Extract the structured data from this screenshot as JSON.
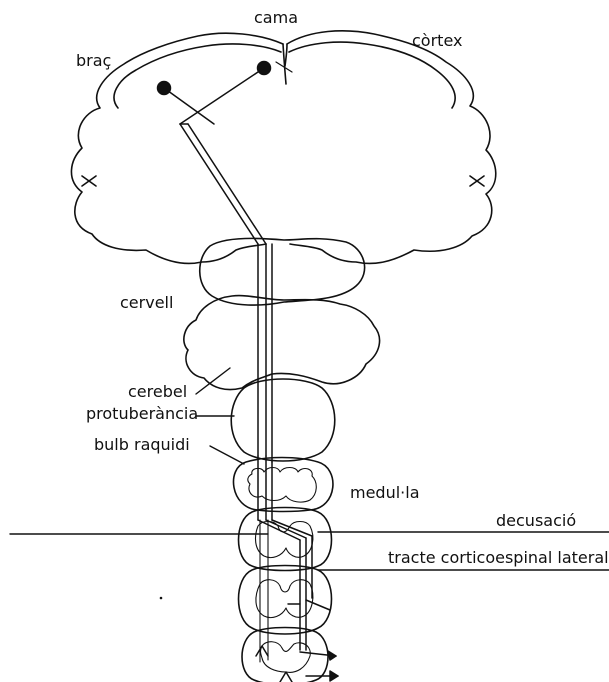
{
  "labels": {
    "cama": "cama",
    "brac": "braç",
    "cortex": "còrtex",
    "cervell": "cervell",
    "cerebel": "cerebel",
    "protuberancia": "protuberància",
    "bulb": "bulb raquidi",
    "medulla": "medul·la",
    "decusacio": "decusació",
    "tracte": "tracte corticoespinal lateral"
  },
  "colors": {
    "ink": "#111111",
    "background": "#ffffff"
  }
}
